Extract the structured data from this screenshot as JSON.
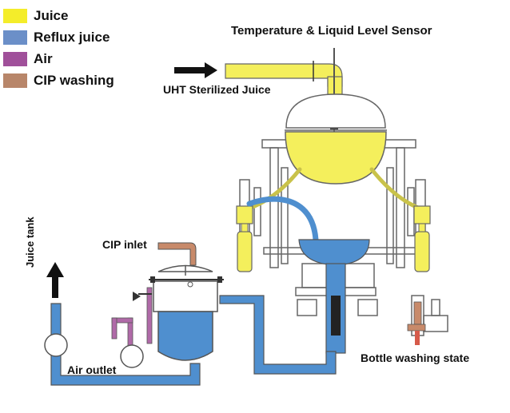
{
  "legend": [
    {
      "label": "Juice",
      "color": "#f4ed2a"
    },
    {
      "label": "Reflux juice",
      "color": "#6b8fc8"
    },
    {
      "label": "Air",
      "color": "#a0509a"
    },
    {
      "label": "CIP washing",
      "color": "#b8866a"
    }
  ],
  "labels": {
    "sensor": "Temperature & Liquid Level Sensor",
    "uht": "UHT Sterilized Juice",
    "cip_inlet": "CIP inlet",
    "air_outlet": "Air outlet",
    "bottle_washing": "Bottle washing state",
    "juice_tank": "Juice tank"
  },
  "colors": {
    "juice": "#f4ef5c",
    "reflux": "#4f8fcf",
    "air": "#b06aa8",
    "cip": "#c88a6a",
    "outline": "#555555"
  }
}
